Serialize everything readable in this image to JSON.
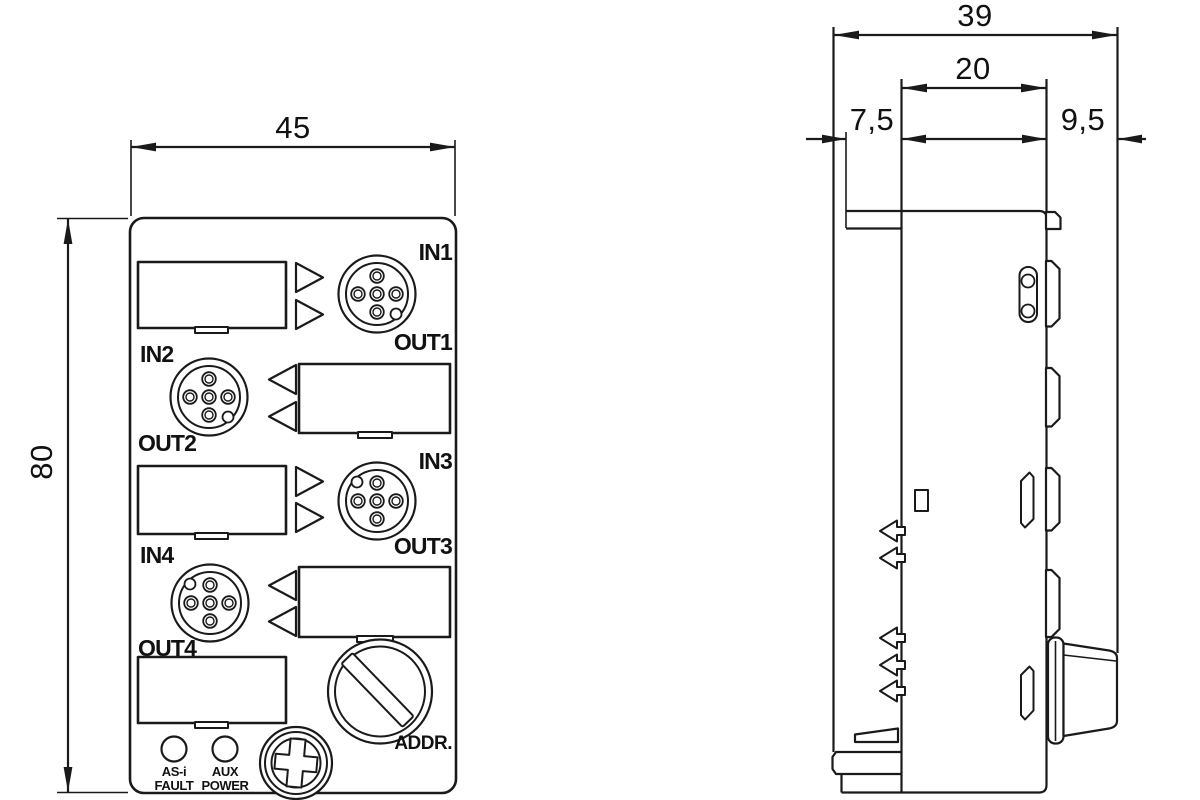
{
  "background": "#ffffff",
  "line_color": "#1a1a1a",
  "front_view": {
    "width_dim": "45",
    "height_dim": "80",
    "port_labels": {
      "in1": "IN1",
      "out1": "OUT1",
      "in2": "IN2",
      "out2": "OUT2",
      "in3": "IN3",
      "out3": "OUT3",
      "in4": "IN4",
      "out4": "OUT4"
    },
    "address_label": "ADDR.",
    "led1": {
      "line1": "AS-i",
      "line2": "FAULT"
    },
    "led2": {
      "line1": "AUX",
      "line2": "POWER"
    }
  },
  "side_view": {
    "total_depth_dim": "39",
    "body_depth_dim": "20",
    "rear_depth_dim": "7,5",
    "front_depth_dim": "9,5"
  }
}
